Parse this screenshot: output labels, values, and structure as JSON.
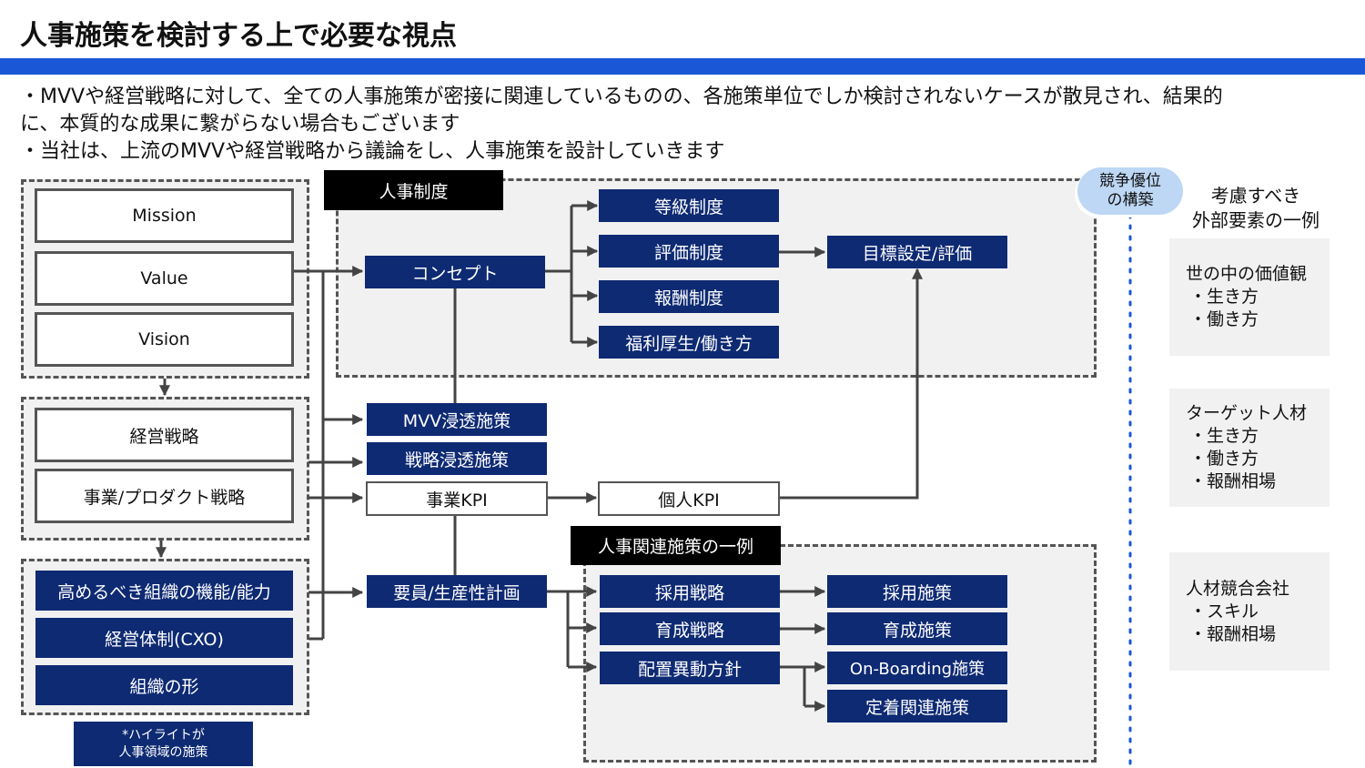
{
  "title": "人事施策を検討する上で必要な視点",
  "intro": {
    "line1": "・MVVや経営戦略に対して、全ての人事施策が密接に関連しているものの、各施策単位でしか検討されないケースが散見され、結果的",
    "line2": "に、本質的な成果に繋がらない場合もございます",
    "line3": "・当社は、上流のMVVや経営戦略から議論をし、人事施策を設計していきます"
  },
  "left": {
    "mission": "Mission",
    "value": "Value",
    "vision": "Vision",
    "strategy": "経営戦略",
    "product_strategy": "事業/プロダクト戦略",
    "org_capability": "高めるべき組織の機能/能力",
    "management": "経営体制(CXO)",
    "org_form": "組織の形",
    "note_line1": "*ハイライトが",
    "note_line2": "人事領域の施策"
  },
  "hr_system": {
    "label": "人事制度",
    "concept": "コンセプト",
    "grade": "等級制度",
    "evaluation": "評価制度",
    "compensation": "報酬制度",
    "welfare": "福利厚生/働き方",
    "goal": "目標設定/評価"
  },
  "middle": {
    "mvv_penetration": "MVV浸透施策",
    "strategy_penetration": "戦略浸透施策",
    "business_kpi": "事業KPI",
    "personal_kpi": "個人KPI",
    "staffing_plan": "要員/生産性計画"
  },
  "hr_examples": {
    "label": "人事関連施策の一例",
    "recruit_strategy": "採用戦略",
    "training_strategy": "育成戦略",
    "placement": "配置異動方針",
    "recruit_measures": "採用施策",
    "training_measures": "育成施策",
    "onboarding": "On-Boarding施策",
    "retention": "定着関連施策"
  },
  "bubble": {
    "line1": "競争優位",
    "line2": "の構築"
  },
  "external": {
    "title_line1": "考慮すべき",
    "title_line2": "外部要素の一例",
    "box1": {
      "head": "世の中の価値観",
      "items": [
        "・生き方",
        "・働き方"
      ]
    },
    "box2": {
      "head": "ターゲット人材",
      "items": [
        "・生き方",
        "・働き方",
        "・報酬相場"
      ]
    },
    "box3": {
      "head": "人材競合会社",
      "items": [
        "・スキル",
        "・報酬相場"
      ]
    }
  },
  "colors": {
    "navy": "#0e2a73",
    "accent_blue": "#1a57d6",
    "bubble": "#bdd7f5",
    "panel_gray": "#f1f1f1",
    "line": "#444444"
  }
}
